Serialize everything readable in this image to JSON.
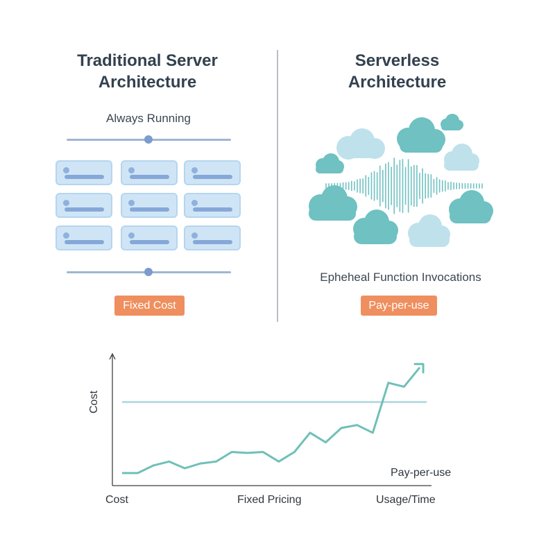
{
  "left_panel": {
    "title_line1": "Traditional Server",
    "title_line2": "Architecture",
    "subtitle": "Always Running",
    "badge": "Fixed Cost"
  },
  "right_panel": {
    "title_line1": "Serverless",
    "title_line2": "Architecture",
    "caption": "Epheheal Function Invocations",
    "badge": "Pay-per-use"
  },
  "colors": {
    "accent_orange": "#ef8f5f",
    "server_fill": "#cfe5f6",
    "cloud_teal": "#6fc1c2",
    "cloud_light": "#b9dfe9",
    "line_teal": "#6fc0b7",
    "fixed_line": "#b7dde3"
  },
  "chart_data": {
    "type": "line",
    "ylabel": "Cost",
    "x_labels": [
      "Cost",
      "Fixed Pricing",
      "Usage/Time"
    ],
    "series_label": "Pay-per-use",
    "series": [
      {
        "values": [
          0.08,
          0.08,
          0.16,
          0.2,
          0.13,
          0.18,
          0.2,
          0.3,
          0.29,
          0.3,
          0.2,
          0.3,
          0.5,
          0.4,
          0.55,
          0.58,
          0.5,
          1.02,
          0.98,
          1.18
        ]
      }
    ],
    "fixed_level": 0.82,
    "grid": false
  }
}
